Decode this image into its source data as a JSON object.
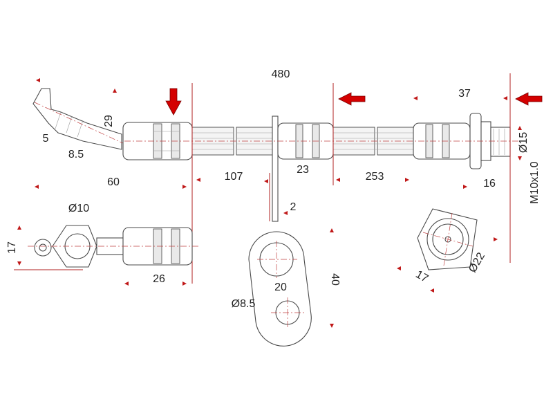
{
  "drawing": {
    "overall_length": "480",
    "dims": {
      "d37": "37",
      "d29": "29",
      "d5": "5",
      "d8_5": "8.5",
      "d60": "60",
      "d107": "107",
      "d23": "23",
      "d253": "253",
      "d16": "16",
      "d_phi15": "Ø15",
      "thread": "M10x1.0",
      "d2": "2",
      "d_phi10": "Ø10",
      "d17_left": "17",
      "d26": "26",
      "d20": "20",
      "d40": "40",
      "d_phi8_5": "Ø8.5",
      "d17_right": "17",
      "d_phi22": "Ø22"
    },
    "colors": {
      "arrow": "#d40000",
      "dimension_line": "#b02020",
      "outline": "#4a4a4a"
    },
    "icons": [
      "down-arrow-icon",
      "left-arrow-icon",
      "left-arrow-icon"
    ]
  }
}
